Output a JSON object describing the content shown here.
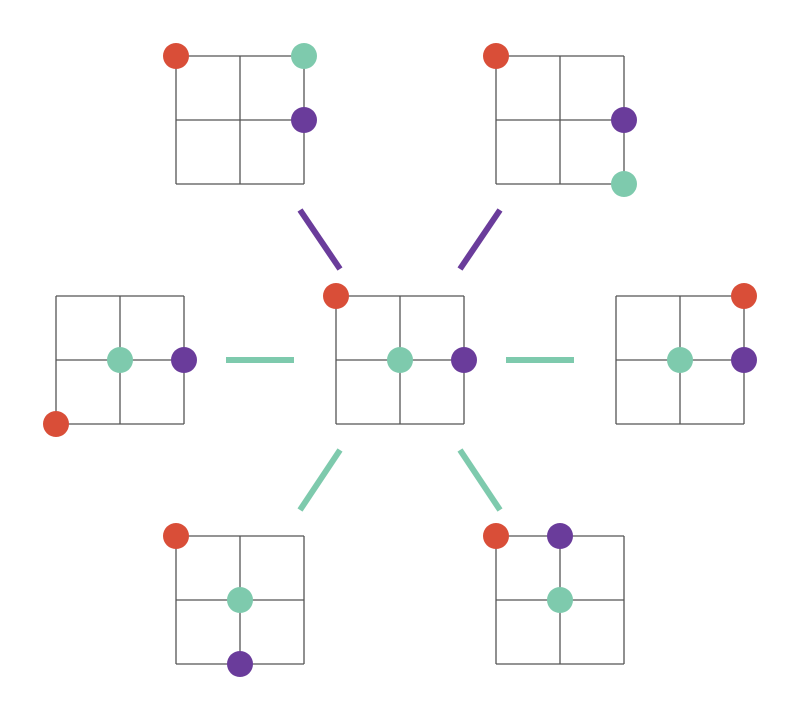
{
  "colors": {
    "red": "#d94e38",
    "teal": "#7ecaad",
    "purple": "#6a3c9b",
    "grid": "#555555",
    "background": "#ffffff"
  },
  "grid_size": [
    2,
    2
  ],
  "boards": [
    {
      "id": "center",
      "dots": [
        {
          "color": "red",
          "col": 0,
          "row": 0
        },
        {
          "color": "teal",
          "col": 1,
          "row": 1
        },
        {
          "color": "purple",
          "col": 2,
          "row": 1
        }
      ]
    },
    {
      "id": "top-left",
      "dots": [
        {
          "color": "red",
          "col": 0,
          "row": 0
        },
        {
          "color": "teal",
          "col": 2,
          "row": 0
        },
        {
          "color": "purple",
          "col": 2,
          "row": 1
        }
      ]
    },
    {
      "id": "top-right",
      "dots": [
        {
          "color": "red",
          "col": 0,
          "row": 0
        },
        {
          "color": "purple",
          "col": 2,
          "row": 1
        },
        {
          "color": "teal",
          "col": 2,
          "row": 2
        }
      ]
    },
    {
      "id": "left",
      "dots": [
        {
          "color": "teal",
          "col": 1,
          "row": 1
        },
        {
          "color": "purple",
          "col": 2,
          "row": 1
        },
        {
          "color": "red",
          "col": 0,
          "row": 2
        }
      ]
    },
    {
      "id": "right",
      "dots": [
        {
          "color": "red",
          "col": 2,
          "row": 0
        },
        {
          "color": "teal",
          "col": 1,
          "row": 1
        },
        {
          "color": "purple",
          "col": 2,
          "row": 1
        }
      ]
    },
    {
      "id": "bottom-left",
      "dots": [
        {
          "color": "red",
          "col": 0,
          "row": 0
        },
        {
          "color": "teal",
          "col": 1,
          "row": 1
        },
        {
          "color": "purple",
          "col": 1,
          "row": 2
        }
      ]
    },
    {
      "id": "bottom-right",
      "dots": [
        {
          "color": "red",
          "col": 0,
          "row": 0
        },
        {
          "color": "purple",
          "col": 1,
          "row": 0
        },
        {
          "color": "teal",
          "col": 1,
          "row": 1
        }
      ]
    }
  ],
  "connections": [
    {
      "from": "center",
      "to": "top-left",
      "color": "purple"
    },
    {
      "from": "center",
      "to": "top-right",
      "color": "purple"
    },
    {
      "from": "center",
      "to": "left",
      "color": "teal"
    },
    {
      "from": "center",
      "to": "right",
      "color": "teal"
    },
    {
      "from": "center",
      "to": "bottom-left",
      "color": "teal"
    },
    {
      "from": "center",
      "to": "bottom-right",
      "color": "teal"
    }
  ]
}
